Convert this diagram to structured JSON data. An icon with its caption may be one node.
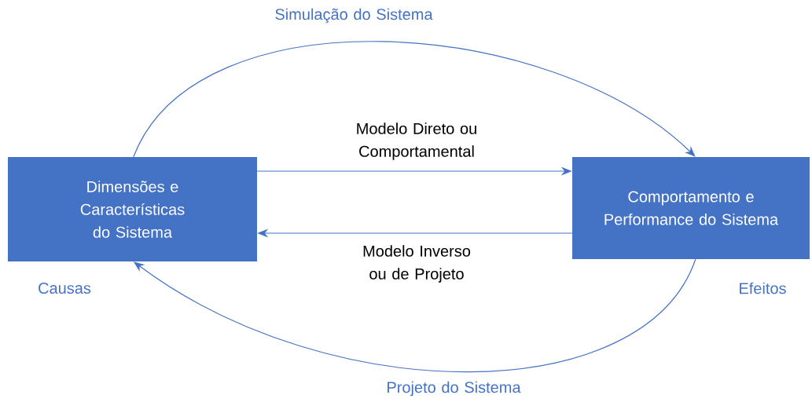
{
  "diagram": {
    "nodes": [
      {
        "text": [
          "Dimensões e Características do Sistema"
        ],
        "beside": [
          "Causas"
        ]
      },
      {
        "text": [
          "Comportamento e Performance do Sistema"
        ],
        "beside": [
          "Efeitos"
        ]
      }
    ],
    "edges": [
      {
        "from": 0,
        "to": 1,
        "arrow": "to",
        "label": "Modelo Direto ou Comportamental"
      },
      {
        "from": 1,
        "to": 0,
        "arrow": "to",
        "label": "Modelo Inverso ou de Projeto"
      },
      {
        "from": 0,
        "to": 1,
        "arrow": "to",
        "label": "Simulação do Sistema"
      },
      {
        "from": 1,
        "to": 0,
        "arrow": "to",
        "label": "Projeto do Sistema"
      }
    ]
  }
}
